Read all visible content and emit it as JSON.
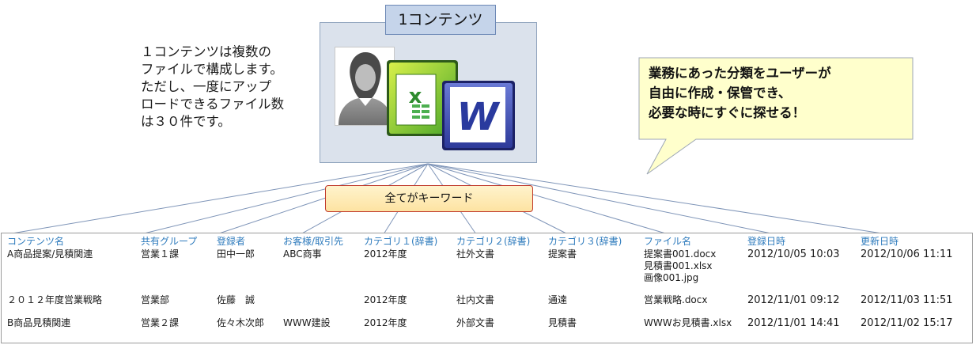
{
  "content_title": "1コンテンツ",
  "description_lines": [
    "１コンテンツは複数の",
    "ファイルで構成します。",
    "ただし、一度にアップ",
    "ロードできるファイル数",
    "は３０件です。"
  ],
  "callout_lines": [
    "業務にあった分類をユーザーが",
    "自由に作成・保管でき、",
    "必要な時にすぐに探せる！"
  ],
  "keyword_label": "全てがキーワード",
  "excel_letter": "x",
  "word_letter": "W",
  "icons": [
    "user-avatar-icon",
    "excel-file-icon",
    "word-file-icon"
  ],
  "colors": {
    "header_text": "#2e7bbd",
    "keyword_border": "#c0392b",
    "callout_fill": "#ffffcc",
    "box_fill": "#dbe2ec"
  },
  "table": {
    "headers": [
      "コンテンツ名",
      "共有グループ",
      "登録者",
      "お客様/取引先",
      "カテゴリ１(辞書)",
      "カテゴリ２(辞書)",
      "カテゴリ３(辞書)",
      "ファイル名",
      "登録日時",
      "更新日時"
    ],
    "rows": [
      {
        "name": "A商品提案/見積関連",
        "group": "営業１課",
        "registrant": "田中一郎",
        "customer": "ABC商事",
        "cat1": "2012年度",
        "cat2": "社外文書",
        "cat3": "提案書",
        "files": [
          "提案書001.docx",
          "見積書001.xlsx",
          "画像001.jpg"
        ],
        "registered": "2012/10/05 10:03",
        "updated": "2012/10/06 11:11"
      },
      {
        "name": "２０１２年度営業戦略",
        "group": "営業部",
        "registrant": "佐藤　誠",
        "customer": "",
        "cat1": "2012年度",
        "cat2": "社内文書",
        "cat3": "通達",
        "files": [
          "営業戦略.docx"
        ],
        "registered": "2012/11/01 09:12",
        "updated": "2012/11/03 11:51"
      },
      {
        "name": "B商品見積関連",
        "group": "営業２課",
        "registrant": "佐々木次郎",
        "customer": "WWW建設",
        "cat1": "2012年度",
        "cat2": "外部文書",
        "cat3": "見積書",
        "files": [
          "WWWお見積書.xlsx"
        ],
        "registered": "2012/11/01 14:41",
        "updated": "2012/11/02 15:17"
      }
    ]
  }
}
